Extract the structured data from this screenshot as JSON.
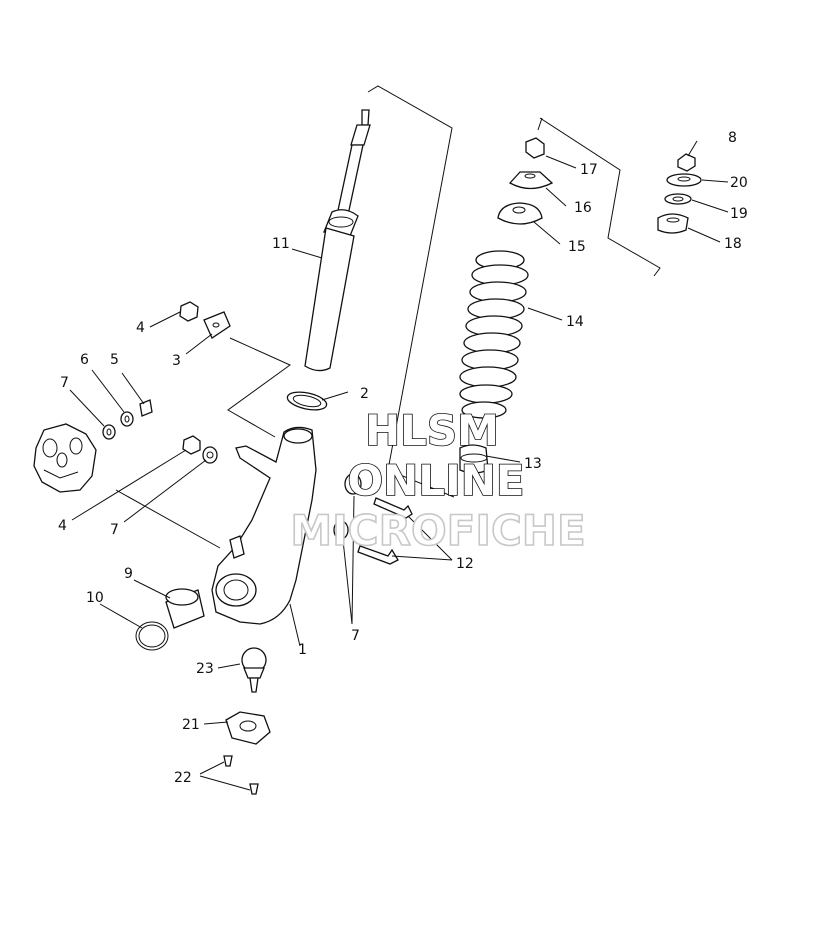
{
  "watermark": {
    "line1": "HLSM",
    "line2": "ONLINE",
    "line3": "MICROFICHE"
  },
  "callouts": {
    "c1": "1",
    "c2": "2",
    "c3": "3",
    "c4a": "4",
    "c4b": "4",
    "c5": "5",
    "c6": "6",
    "c7a": "7",
    "c7b": "7",
    "c7c": "7",
    "c8": "8",
    "c9": "9",
    "c10": "10",
    "c11": "11",
    "c12": "12",
    "c13": "13",
    "c14": "14",
    "c15": "15",
    "c16": "16",
    "c17": "17",
    "c18": "18",
    "c19": "19",
    "c20": "20",
    "c21": "21",
    "c22": "22",
    "c23": "23"
  }
}
